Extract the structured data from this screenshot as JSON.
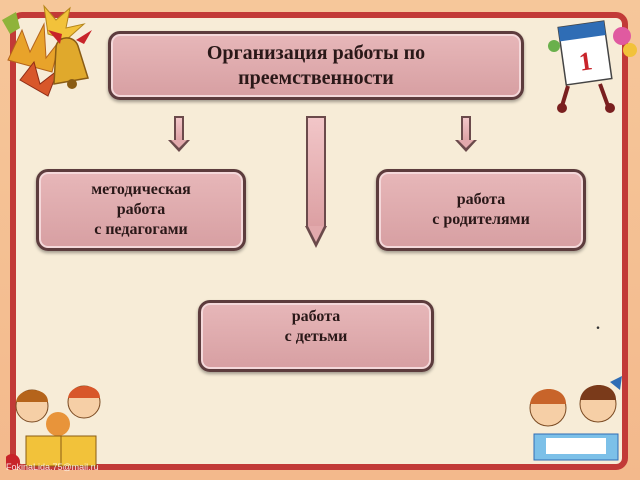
{
  "diagram": {
    "title_lines": [
      "Организация работы по",
      "преемственности"
    ],
    "left_lines": [
      "методическая",
      "работа",
      "с педагогами"
    ],
    "right_lines": [
      "работа",
      "с родителями"
    ],
    "bottom_lines": [
      "работа",
      "с детьми"
    ],
    "stray_mark": "."
  },
  "footer": {
    "watermark": "FokinaLida.75@mail.ru"
  },
  "colors": {
    "frame": "#c23a37",
    "board": "#f7ecd7",
    "box_fill": "#dfa9ac",
    "box_border": "#5d3c3d",
    "background": "#f4bf92"
  },
  "decorations": [
    "bell-icon",
    "autumn-leaves-icon",
    "calendar-icon",
    "children-reading-icon",
    "children-book-icon"
  ]
}
